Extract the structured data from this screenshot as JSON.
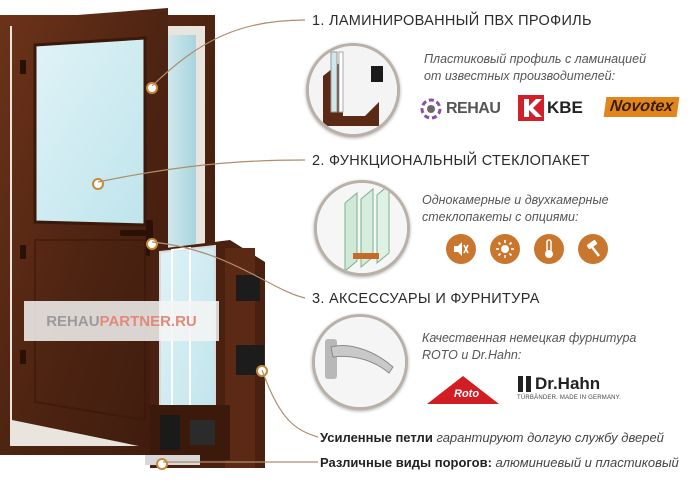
{
  "sections": [
    {
      "title": "1. ЛАМИНИРОВАННЫЙ ПВХ ПРОФИЛЬ",
      "desc_line1": "Пластиковый профиль с ламинацией",
      "desc_line2": "от известных производителей:"
    },
    {
      "title": "2. ФУНКЦИОНАЛЬНЫЙ СТЕКЛОПАКЕТ",
      "desc_line1": "Однокамерные и двухкамерные",
      "desc_line2": "стеклопакеты с опциями:"
    },
    {
      "title": "3. АКСЕССУАРЫ И ФУРНИТУРА",
      "desc_line1": "Качественная немецкая фурнитура",
      "desc_line2": "ROTO и Dr.Hahn:"
    }
  ],
  "brands": {
    "rehau": "REHAU",
    "kbe": "KBE",
    "novotex": "Novotex",
    "roto": "Roto",
    "drhahn": "Dr.Hahn",
    "drhahn_sub": "TÜRBÄNDER. MADE IN GERMANY."
  },
  "glass_options": [
    "sound-insulation-icon",
    "sun-protection-icon",
    "thermometer-icon",
    "hammer-icon"
  ],
  "watermark": {
    "part1": "REHAU",
    "part2": "PARTNER.RU"
  },
  "bottom_lines": [
    {
      "bold": "Усиленные петли",
      "rest": "гарантируют долгую службу дверей"
    },
    {
      "bold": "Различные виды порогов:",
      "rest": "алюминиевый и пластиковый"
    }
  ],
  "colors": {
    "wood": "#5a2a16",
    "accent": "#c9772f",
    "text": "#2b2b2b"
  }
}
